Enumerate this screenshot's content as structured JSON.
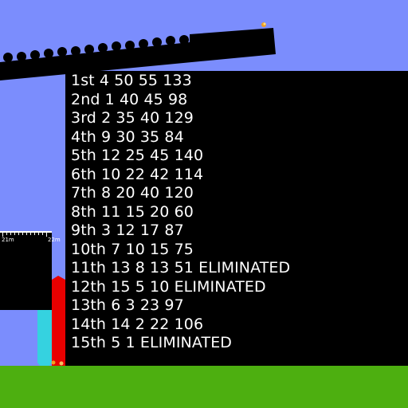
{
  "colors": {
    "sky": "#7b8dfd",
    "ground": "#4daf10",
    "panel": "#000000",
    "text": "#ffffff",
    "red_bar": "#e80000",
    "cyan_tube": "#35d2e0"
  },
  "ruler": {
    "left_label": "21m",
    "right_label": "22m"
  },
  "scoreboard": [
    {
      "text": "1st 4 50 55 133"
    },
    {
      "text": "2nd 1 40 45 98"
    },
    {
      "text": "3rd 2 35 40 129"
    },
    {
      "text": "4th 9 30 35 84"
    },
    {
      "text": "5th 12 25 45 140"
    },
    {
      "text": "6th 10 22 42 114"
    },
    {
      "text": "7th 8 20 40 120"
    },
    {
      "text": "8th 11 15 20 60"
    },
    {
      "text": "9th 3 12 17 87"
    },
    {
      "text": "10th 7 10 15 75"
    },
    {
      "text": "11th 13 8 13 51 ELIMINATED"
    },
    {
      "text": "12th 15 5 10 ELIMINATED"
    },
    {
      "text": "13th 6 3 23 97"
    },
    {
      "text": "14th 14 2 22 106"
    },
    {
      "text": "15th 5 1 ELIMINATED"
    }
  ]
}
